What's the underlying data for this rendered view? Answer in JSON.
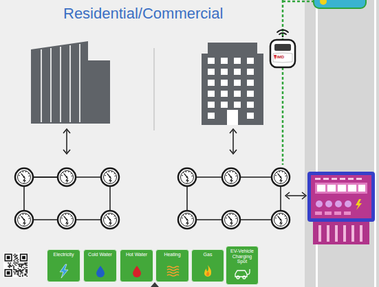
{
  "diagram": {
    "title": "Residential/Commercial",
    "nodes": [
      {
        "text": [
          "Electricity"
        ]
      },
      {
        "text": [
          "Cold Water"
        ]
      },
      {
        "text": [
          "Hot Water"
        ]
      },
      {
        "text": [
          "Heating"
        ]
      },
      {
        "text": [
          "Gas"
        ]
      },
      {
        "text": [
          "EV-Vehicle Charging Spot"
        ]
      }
    ],
    "labels": [
      "IMD"
    ]
  }
}
